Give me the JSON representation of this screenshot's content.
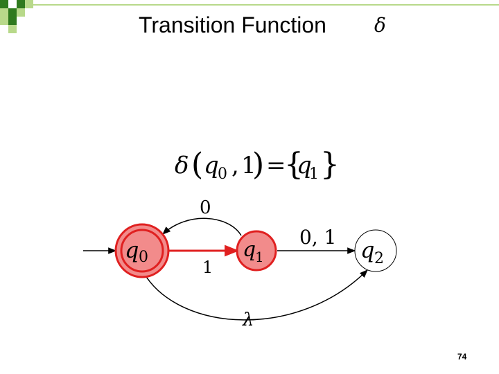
{
  "slide": {
    "title": "Transition Function",
    "title_symbol": "δ",
    "page_number": "74"
  },
  "equation": {
    "delta": "δ",
    "lparen": "(",
    "state": "q",
    "state_sub": "0",
    "comma": ",",
    "symbol": "1",
    "rparen": ")",
    "equals": "=",
    "lbrace": "{",
    "result_state": "q",
    "result_sub": "1",
    "rbrace": "}"
  },
  "automaton": {
    "states": [
      {
        "name": "q",
        "sub": "0",
        "accepting": true,
        "highlighted": true
      },
      {
        "name": "q",
        "sub": "1",
        "accepting": false,
        "highlighted": true
      },
      {
        "name": "q",
        "sub": "2",
        "accepting": false,
        "highlighted": false
      }
    ],
    "transitions": [
      {
        "from": "q0",
        "to": "q1",
        "label": "1",
        "highlighted": true
      },
      {
        "from": "q1",
        "to": "q0",
        "label": "0",
        "highlighted": false
      },
      {
        "from": "q1",
        "to": "q2",
        "label": "0, 1",
        "highlighted": false
      },
      {
        "from": "q0",
        "to": "q2",
        "label": "λ",
        "highlighted": false
      }
    ]
  },
  "colors": {
    "highlight_fill": "#f28b8b",
    "highlight_stroke": "#e02020",
    "edge": "#000000",
    "decoration_green": "#2f7a1e",
    "decoration_light": "#b8d98a"
  }
}
